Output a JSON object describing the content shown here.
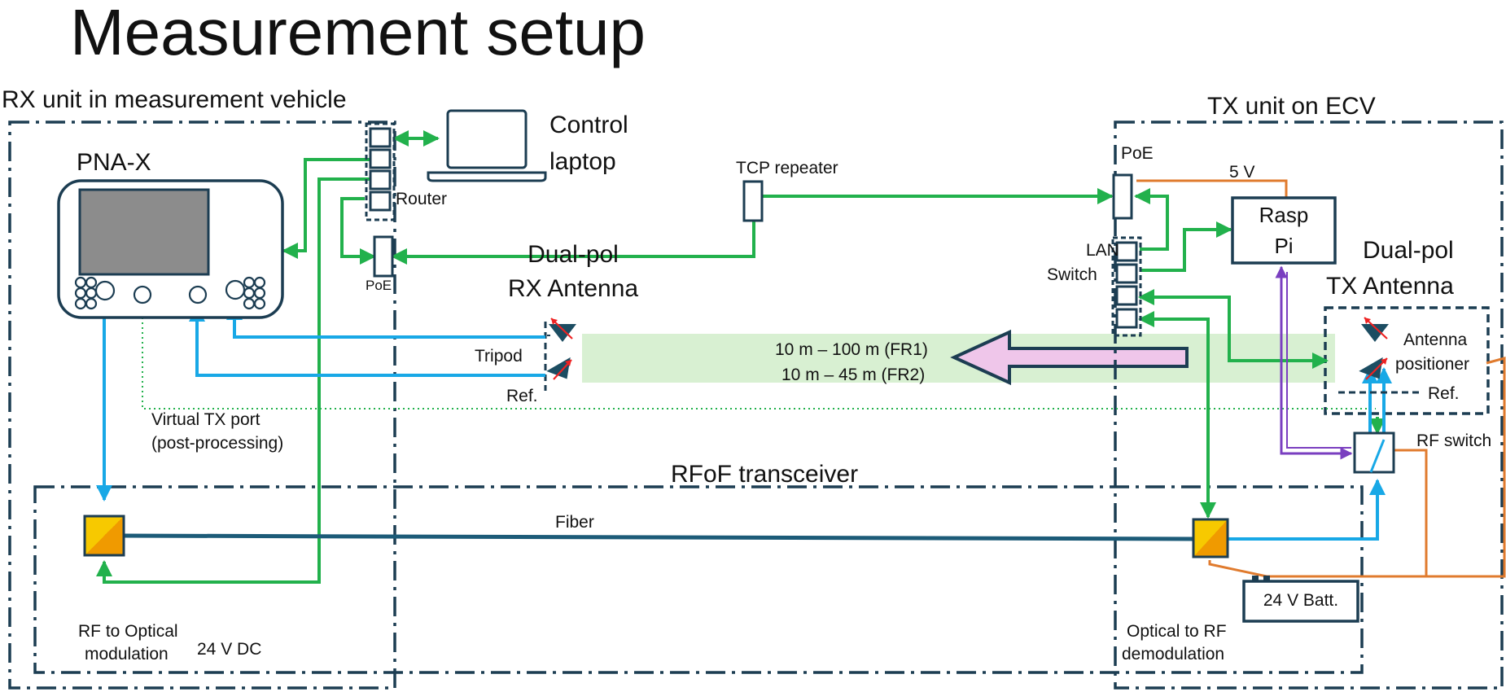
{
  "title": "Measurement setup",
  "rx_unit": {
    "label": "RX unit in measurement vehicle",
    "pna_label": "PNA-X",
    "router_label": "Router",
    "poe_label": "PoE",
    "laptop_label_1": "Control",
    "laptop_label_2": "laptop",
    "antenna_label_1": "Dual-pol",
    "antenna_label_2": "RX Antenna",
    "tripod_label": "Tripod",
    "ref_label": "Ref.",
    "virtual_port_1": "Virtual TX port",
    "virtual_port_2": "(post-processing)"
  },
  "tcp_repeater_label": "TCP repeater",
  "distance": {
    "fr1": "10 m – 100 m (FR1)",
    "fr2": "10 m – 45 m (FR2)"
  },
  "tx_unit": {
    "label": "TX unit on ECV",
    "poe_label": "PoE",
    "voltage_label": "5 V",
    "rasp_label_1": "Rasp",
    "rasp_label_2": "Pi",
    "lan_label_1": "LAN",
    "lan_label_2": "Switch",
    "antenna_label_1": "Dual-pol",
    "antenna_label_2": "TX Antenna",
    "positioner_label_1": "Antenna",
    "positioner_label_2": "positioner",
    "ref_label": "Ref.",
    "rf_switch_label": "RF switch",
    "battery_label": "24 V Batt."
  },
  "rfof": {
    "label": "RFoF transceiver",
    "fiber_label": "Fiber",
    "rf_to_optical_1": "RF to Optical",
    "rf_to_optical_2": "modulation",
    "dc_label": "24 V DC",
    "optical_to_rf_1": "Optical to RF",
    "optical_to_rf_2": "demodulation"
  },
  "colors": {
    "frame": "#1c3d52",
    "ethernet": "#22b14c",
    "rf": "#18a8e6",
    "fiber": "#1c5b78",
    "power": "#e07b2e",
    "rasp_link": "#7a3fc0",
    "range_band": "#d8f0d2",
    "arrow_fill": "#efc6ea",
    "converter": "#f5c400"
  },
  "icons": [
    "laptop-icon",
    "antenna-icon",
    "battery-icon",
    "converter-icon"
  ]
}
